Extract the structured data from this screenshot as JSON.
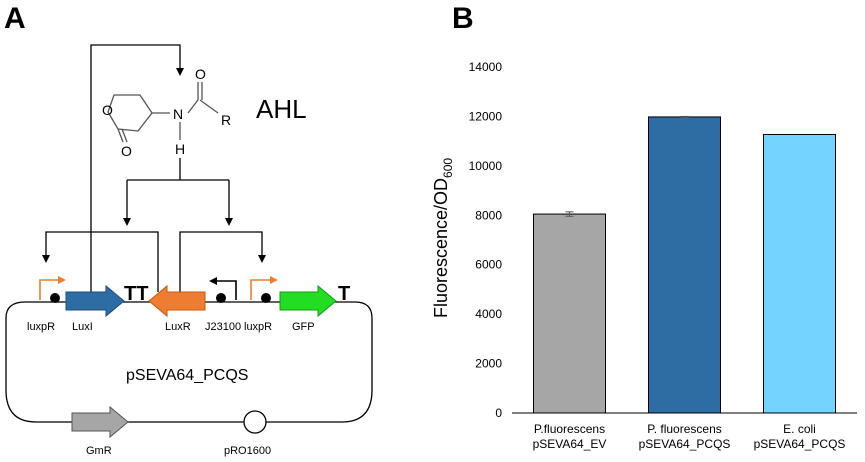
{
  "panel_a": {
    "letter": "A",
    "ahl_label": "AHL",
    "chem_atoms": {
      "o_ring": "O",
      "o_carbonyl": "O",
      "o_amide": "O",
      "n": "N",
      "h": "H",
      "r": "R"
    },
    "terminator_tt": "TT",
    "terminator_t": "T",
    "gene_labels": {
      "luxI": "LuxI",
      "luxR": "LuxR",
      "gfp": "GFP",
      "gmr": "GmR"
    },
    "promoter_labels": {
      "luxpr_left": "luxpR",
      "luxpr_right": "luxpR",
      "j23100": "J23100"
    },
    "plasmid_name": "pSEVA64_PCQS",
    "origin_label": "pRO1600",
    "colors": {
      "luxI": "#2e6da4",
      "luxR": "#ee7d31",
      "gfp": "#22dd22",
      "gmr": "#a6a6a6",
      "promoter_arrow": "#ee7d31"
    }
  },
  "panel_b": {
    "letter": "B",
    "chart_data": {
      "type": "bar",
      "categories": [
        [
          "P.fluorescens",
          "pSEVA64_EV"
        ],
        [
          "P. fluorescens",
          "pSEVA64_PCQS"
        ],
        [
          "E. coli",
          "pSEVA64_PCQS"
        ]
      ],
      "values": [
        8050,
        11980,
        11270
      ],
      "errors": [
        90,
        20,
        0
      ],
      "colors": [
        "#a6a6a6",
        "#2e6da4",
        "#75d3ff"
      ],
      "ylabel_main": "Fluorescence/OD",
      "ylabel_sub": "600",
      "ylim": [
        0,
        14000
      ],
      "yticks": [
        "0",
        "2000",
        "4000",
        "6000",
        "8000",
        "10000",
        "12000",
        "14000"
      ],
      "grid": false
    }
  }
}
